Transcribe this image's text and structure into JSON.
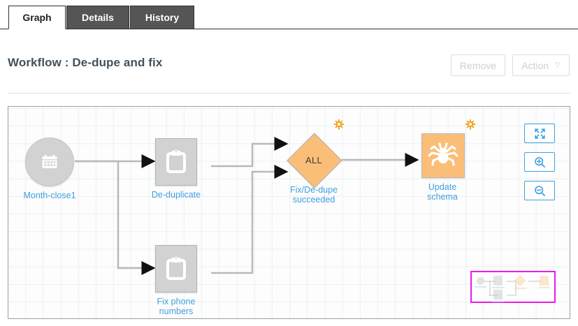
{
  "tabs": [
    {
      "label": "Graph",
      "active": true
    },
    {
      "label": "Details",
      "active": false
    },
    {
      "label": "History",
      "active": false
    }
  ],
  "header": {
    "title": "Workflow : De-dupe and fix",
    "remove_label": "Remove",
    "action_label": "Action",
    "action_caret": "▽"
  },
  "graph": {
    "nodes": [
      {
        "id": "month-close1",
        "label": "Month-close1",
        "icon": "calendar-icon",
        "shape": "circle",
        "color": "#d2d2d2"
      },
      {
        "id": "de-duplicate",
        "label": "De-duplicate",
        "icon": "clipboard-icon",
        "shape": "square",
        "color": "#d2d2d2"
      },
      {
        "id": "fix-phone-numbers",
        "label": "Fix phone\nnumbers",
        "icon": "clipboard-icon",
        "shape": "square",
        "color": "#d2d2d2"
      },
      {
        "id": "fix-de-dupe-succeeded",
        "label": "Fix/De-dupe\nsucceeded",
        "text": "ALL",
        "shape": "diamond",
        "color": "#fbbe78"
      },
      {
        "id": "update-schema",
        "label": "Update\nschema",
        "icon": "spider-icon",
        "shape": "square",
        "color": "#fbbe78"
      }
    ],
    "badges": [
      {
        "on": "fix-de-dupe-succeeded",
        "icon": "gear-badge-icon",
        "color": "#f0a320"
      },
      {
        "on": "update-schema",
        "icon": "gear-badge-icon",
        "color": "#f0a320"
      }
    ],
    "link_color": "#3fa0e0",
    "accent_color": "#fbbe78",
    "controls": [
      {
        "id": "fit-to-screen",
        "icon": "expand-arrows-icon"
      },
      {
        "id": "zoom-in",
        "icon": "zoom-in-icon"
      },
      {
        "id": "zoom-out",
        "icon": "zoom-out-icon"
      }
    ],
    "minimap": {
      "viewport_color": "#ec18ec"
    }
  }
}
